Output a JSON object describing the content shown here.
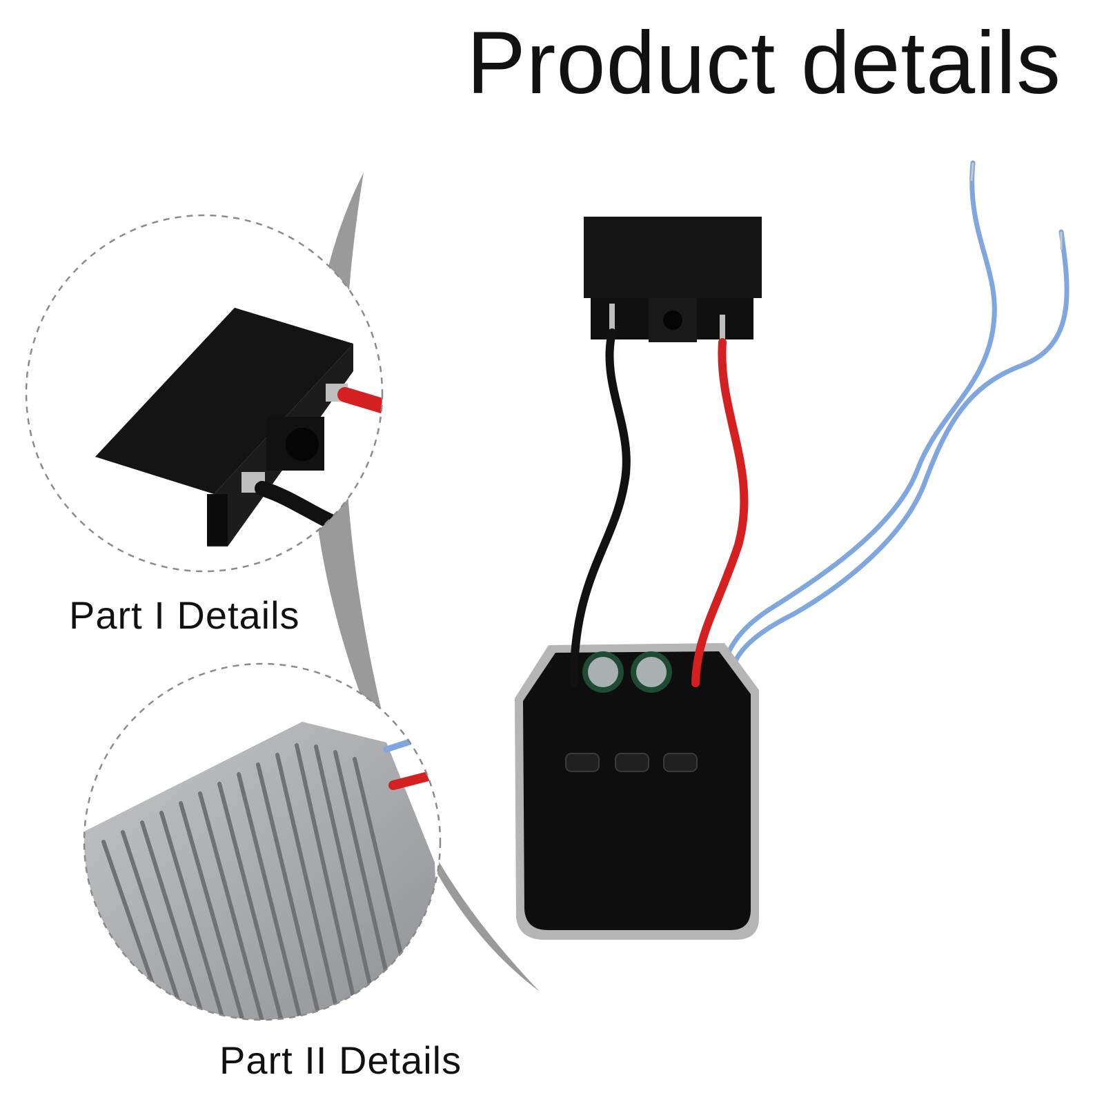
{
  "title": "Product details",
  "parts": [
    {
      "caption": "Part I Details"
    },
    {
      "caption": "Part II Details"
    }
  ],
  "colors": {
    "background": "#ffffff",
    "text": "#111111",
    "callout_band": "#9a9a9a",
    "connector_black": "#141414",
    "wire_red": "#d42020",
    "wire_black": "#111111",
    "wire_blue": "#7fa6de",
    "heatsink_aluminum": "#a7a9ab",
    "pcb_black": "#0e0e0e",
    "capacitor_green": "#1f4b35"
  },
  "icons": {
    "product": "switch-board-with-wires",
    "detail_1": "connector-close-up",
    "detail_2": "heatsink-close-up"
  }
}
